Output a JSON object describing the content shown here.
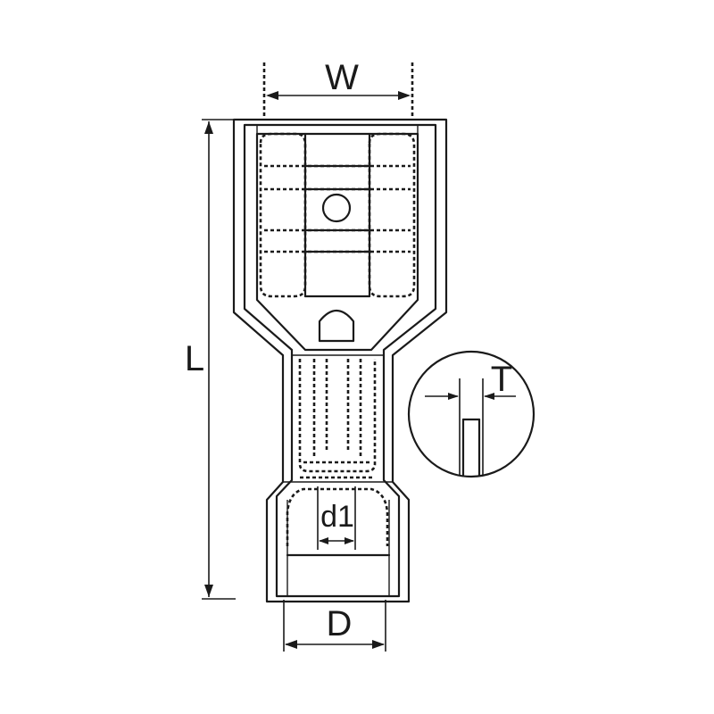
{
  "colors": {
    "ink": "#1a1a1a",
    "background": "#ffffff"
  },
  "labels": {
    "width": "W",
    "length": "L",
    "thickness": "T",
    "inner_diameter": "d1",
    "outer_diameter": "D"
  }
}
